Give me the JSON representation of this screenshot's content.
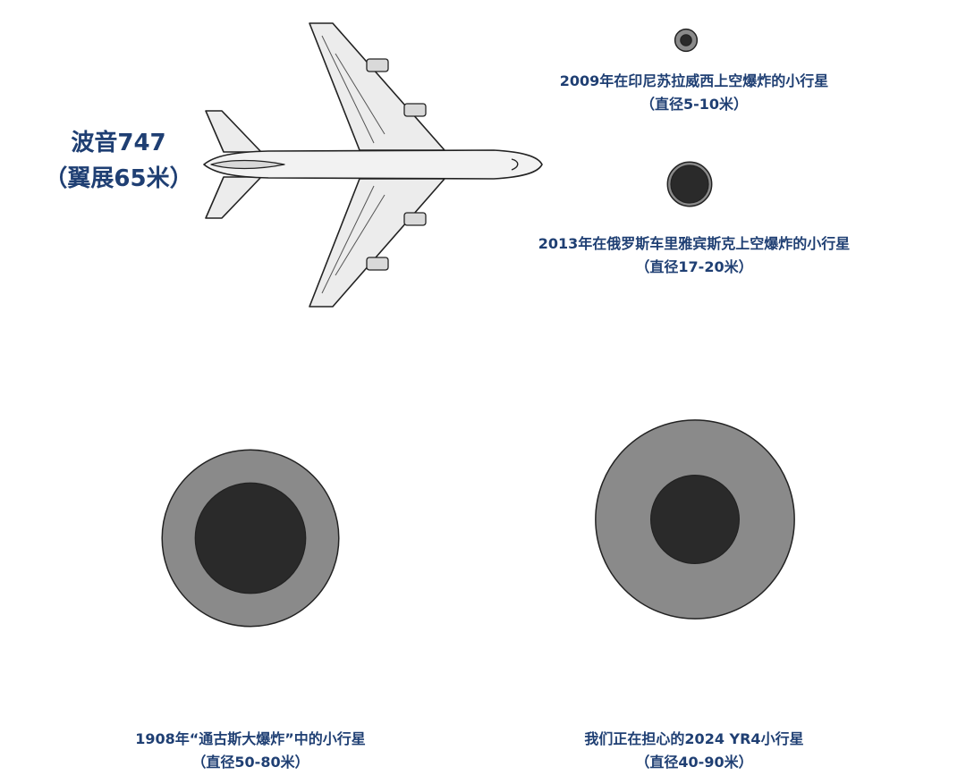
{
  "plane": {
    "name": "波音747",
    "span_note": "（翼展65米）"
  },
  "asteroids": [
    {
      "title": "2009年在印尼苏拉威西上空爆炸的小行星",
      "size_note": "（直径5-10米）",
      "diameter_min_m": 5,
      "diameter_max_m": 10
    },
    {
      "title": "2013年在俄罗斯车里雅宾斯克上空爆炸的小行星",
      "size_note": "（直径17-20米）",
      "diameter_min_m": 17,
      "diameter_max_m": 20
    },
    {
      "title": "1908年“通古斯大爆炸”中的小行星",
      "size_note": "（直径50-80米）",
      "diameter_min_m": 50,
      "diameter_max_m": 80
    },
    {
      "title": "我们正在担心的2024 YR4小行星",
      "size_note": "（直径40-90米）",
      "diameter_min_m": 40,
      "diameter_max_m": 90
    }
  ],
  "colors": {
    "label_text": "#1f3f73",
    "asteroid_outer": "#8a8a8a",
    "asteroid_inner": "#2a2a2a",
    "outline": "#222222",
    "plane_body": "#efefef"
  }
}
